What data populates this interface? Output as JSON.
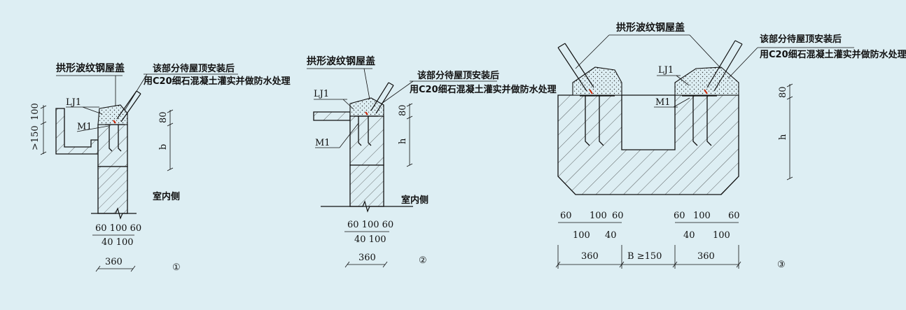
{
  "colors": {
    "background": "#ddeef3",
    "line": "#111111",
    "anchor_mark": "#cc2200"
  },
  "detail1": {
    "roof_label": "拱形波纹钢屋盖",
    "note_line1": "该部分待屋顶安装后",
    "note_line2": "用C20细石混凝土灌实并做防水处理",
    "lj1": "LJ1",
    "m1": "M1",
    "dim_100": "100",
    "dim_ge150": ">150",
    "dim_80": "80",
    "dim_b": "b",
    "indoor": "室内侧",
    "bottom_row1": "60 100  60",
    "bottom_row2": "40  100",
    "width_360": "360",
    "number": "①"
  },
  "detail2": {
    "roof_label": "拱形波纹钢屋盖",
    "note_line1": "该部分待屋顶安装后",
    "note_line2": "用C20细石混凝土灌实并做防水处理",
    "lj1": "LJ1",
    "m1": "M1",
    "dim_80": "80",
    "dim_h": "h",
    "indoor": "室内侧",
    "bottom_row1": "60 100  60",
    "bottom_row2": "40  100",
    "width_360": "360",
    "number": "②"
  },
  "detail3": {
    "roof_label": "拱形波纹钢屋盖",
    "note_line1": "该部分待屋顶安装后",
    "note_line2": "用C20细石混凝土灌实并做防水处理",
    "lj1": "LJ1",
    "m1": "M1",
    "dim_80": "80",
    "dim_h": "h",
    "left_top": [
      "60",
      "100",
      "60"
    ],
    "left_bottom": [
      "100",
      "40"
    ],
    "right_top": [
      "60",
      "100",
      "60"
    ],
    "right_bottom": [
      "40",
      "100"
    ],
    "width_left": "360",
    "gap": "B ≥150",
    "width_right": "360",
    "number": "③"
  }
}
